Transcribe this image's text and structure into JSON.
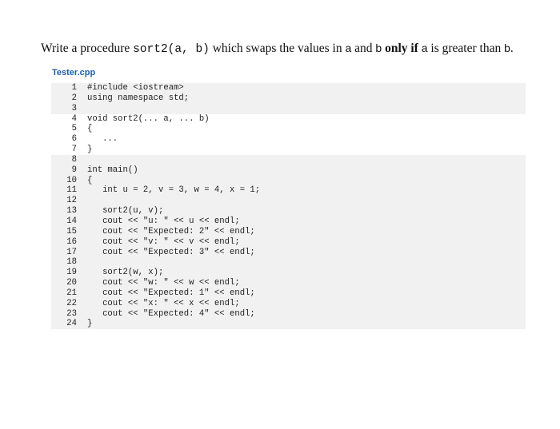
{
  "prompt": {
    "p1": "Write a procedure ",
    "code1": "sort2(a, b)",
    "p2": " which swaps the values in ",
    "a1": "a",
    "p3": " and ",
    "b1": "b",
    "p4": " ",
    "bold1": "only if",
    "p5": " ",
    "a2": "a",
    "p6": " is greater than ",
    "b2": "b",
    "p7": "."
  },
  "file_label": "Tester.cpp",
  "code_lines": [
    {
      "n": "1",
      "t": "#include <iostream>",
      "bg": "gray"
    },
    {
      "n": "2",
      "t": "using namespace std;",
      "bg": "gray"
    },
    {
      "n": "3",
      "t": "",
      "bg": "gray"
    },
    {
      "n": "4",
      "t": "void sort2(... a, ... b)",
      "bg": "white"
    },
    {
      "n": "5",
      "t": "{",
      "bg": "white"
    },
    {
      "n": "6",
      "t": "   ...",
      "bg": "white"
    },
    {
      "n": "7",
      "t": "}",
      "bg": "white"
    },
    {
      "n": "8",
      "t": "",
      "bg": "gray"
    },
    {
      "n": "9",
      "t": "int main()",
      "bg": "gray"
    },
    {
      "n": "10",
      "t": "{",
      "bg": "gray"
    },
    {
      "n": "11",
      "t": "   int u = 2, v = 3, w = 4, x = 1;",
      "bg": "gray"
    },
    {
      "n": "12",
      "t": "",
      "bg": "gray"
    },
    {
      "n": "13",
      "t": "   sort2(u, v);",
      "bg": "gray"
    },
    {
      "n": "14",
      "t": "   cout << \"u: \" << u << endl;",
      "bg": "gray"
    },
    {
      "n": "15",
      "t": "   cout << \"Expected: 2\" << endl;",
      "bg": "gray"
    },
    {
      "n": "16",
      "t": "   cout << \"v: \" << v << endl;",
      "bg": "gray"
    },
    {
      "n": "17",
      "t": "   cout << \"Expected: 3\" << endl;",
      "bg": "gray"
    },
    {
      "n": "18",
      "t": "",
      "bg": "gray"
    },
    {
      "n": "19",
      "t": "   sort2(w, x);",
      "bg": "gray"
    },
    {
      "n": "20",
      "t": "   cout << \"w: \" << w << endl;",
      "bg": "gray"
    },
    {
      "n": "21",
      "t": "   cout << \"Expected: 1\" << endl;",
      "bg": "gray"
    },
    {
      "n": "22",
      "t": "   cout << \"x: \" << x << endl;",
      "bg": "gray"
    },
    {
      "n": "23",
      "t": "   cout << \"Expected: 4\" << endl;",
      "bg": "gray"
    },
    {
      "n": "24",
      "t": "}",
      "bg": "gray"
    }
  ]
}
